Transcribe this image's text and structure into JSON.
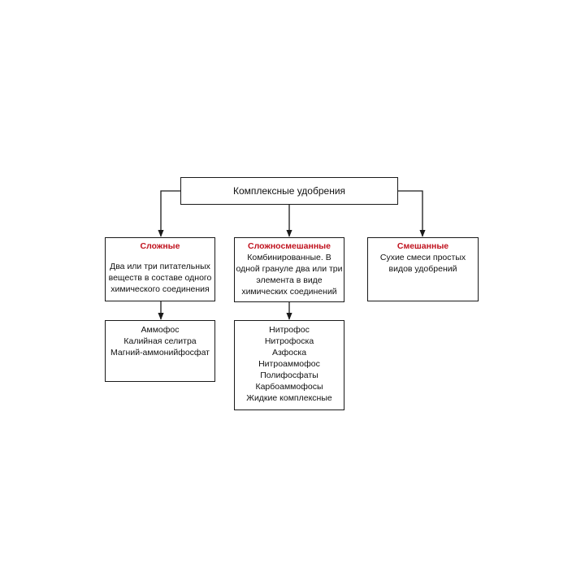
{
  "diagram": {
    "root": {
      "label": "Комплексные удобрения"
    },
    "categories": [
      {
        "title": "Сложные",
        "description": "Два или три питательных веществ в составе одного химического соединения",
        "examples": [
          "Аммофос",
          "Калийная селитра",
          "Магний-аммонийфосфат"
        ]
      },
      {
        "title": "Сложносмешанные",
        "description": "Комбинированные. В одной грануле два или три элемента в виде химических соединений",
        "examples": [
          "Нитрофос",
          "Нитрофоска",
          "Азфоска",
          "Нитроаммофос",
          "Полифосфаты",
          "Карбоаммофосы",
          "Жидкие комплексные"
        ]
      },
      {
        "title": "Смешанные",
        "description": "Сухие смеси простых видов удобрений",
        "examples": []
      }
    ],
    "colors": {
      "title_accent": "#c0121e",
      "border": "#1a1a1a",
      "background": "#ffffff"
    }
  }
}
